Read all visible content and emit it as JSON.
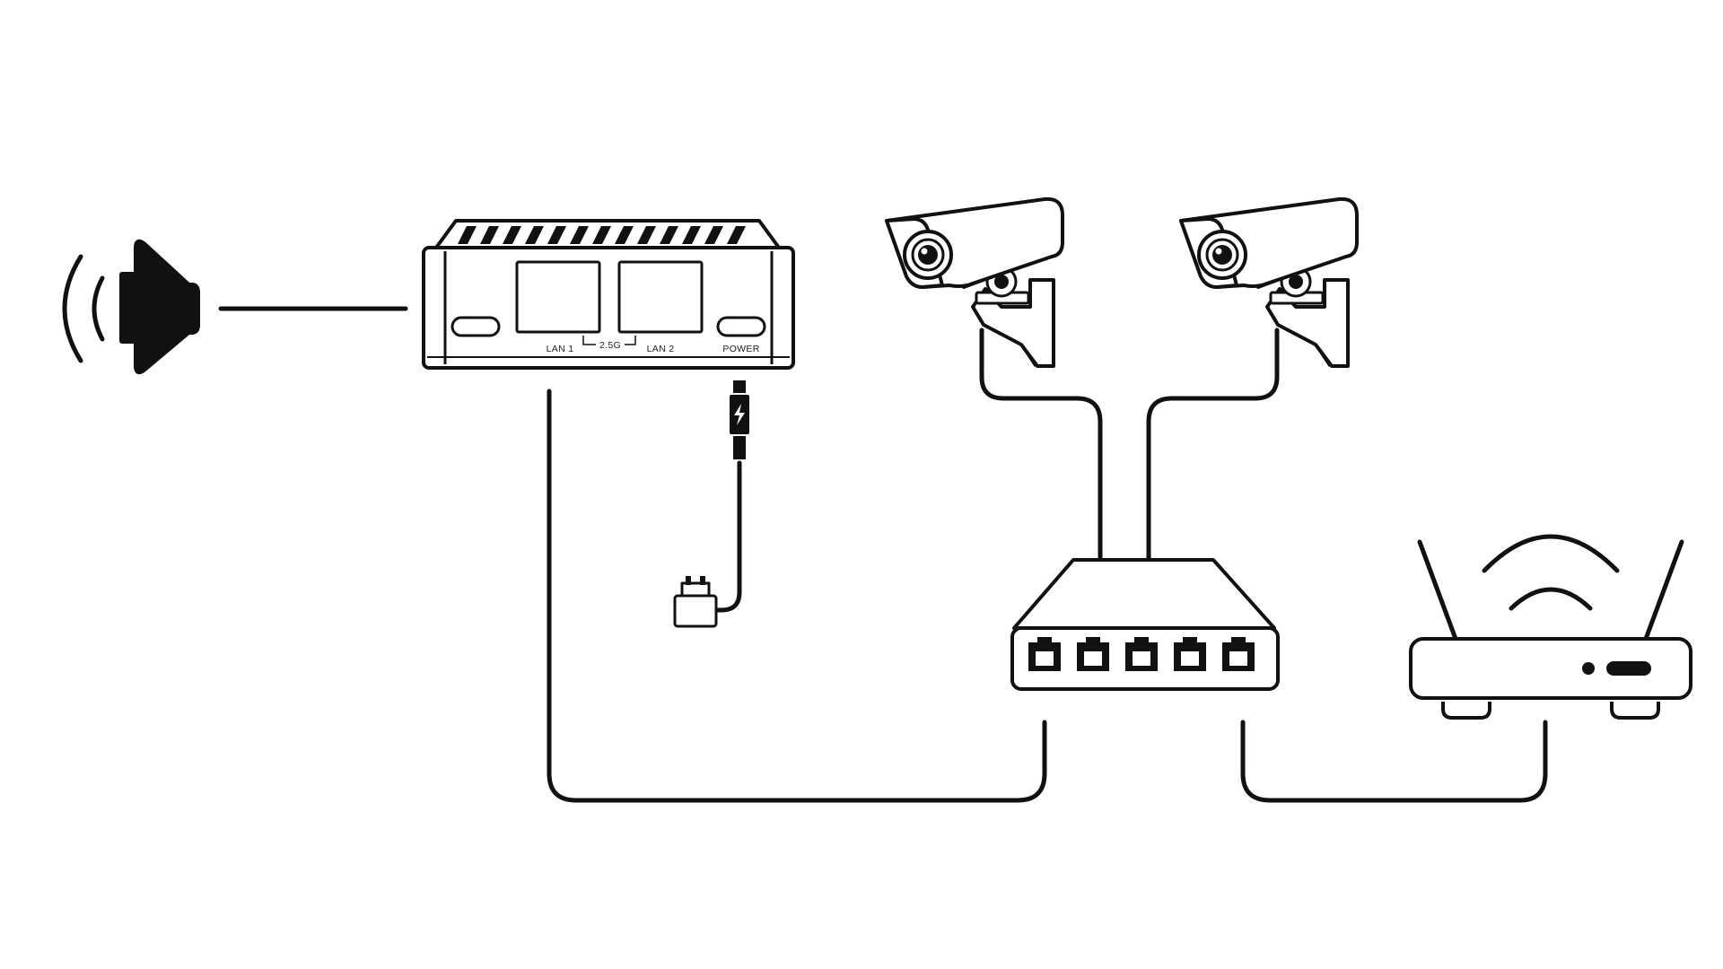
{
  "colors": {
    "line": "#111111",
    "background": "#ffffff"
  },
  "device": {
    "port1_label": "LAN 1",
    "port2_label": "LAN 2",
    "speed_label": "2.5G",
    "power_label": "POWER"
  },
  "icons": {
    "speaker": "speaker-icon",
    "mini_pc": "mini-pc-icon",
    "usb_c_plug": "usb-c-plug-icon",
    "power_adapter": "power-adapter-icon",
    "camera_left": "cctv-camera-icon",
    "camera_right": "cctv-camera-icon",
    "switch": "network-switch-icon",
    "router": "wifi-router-icon"
  }
}
